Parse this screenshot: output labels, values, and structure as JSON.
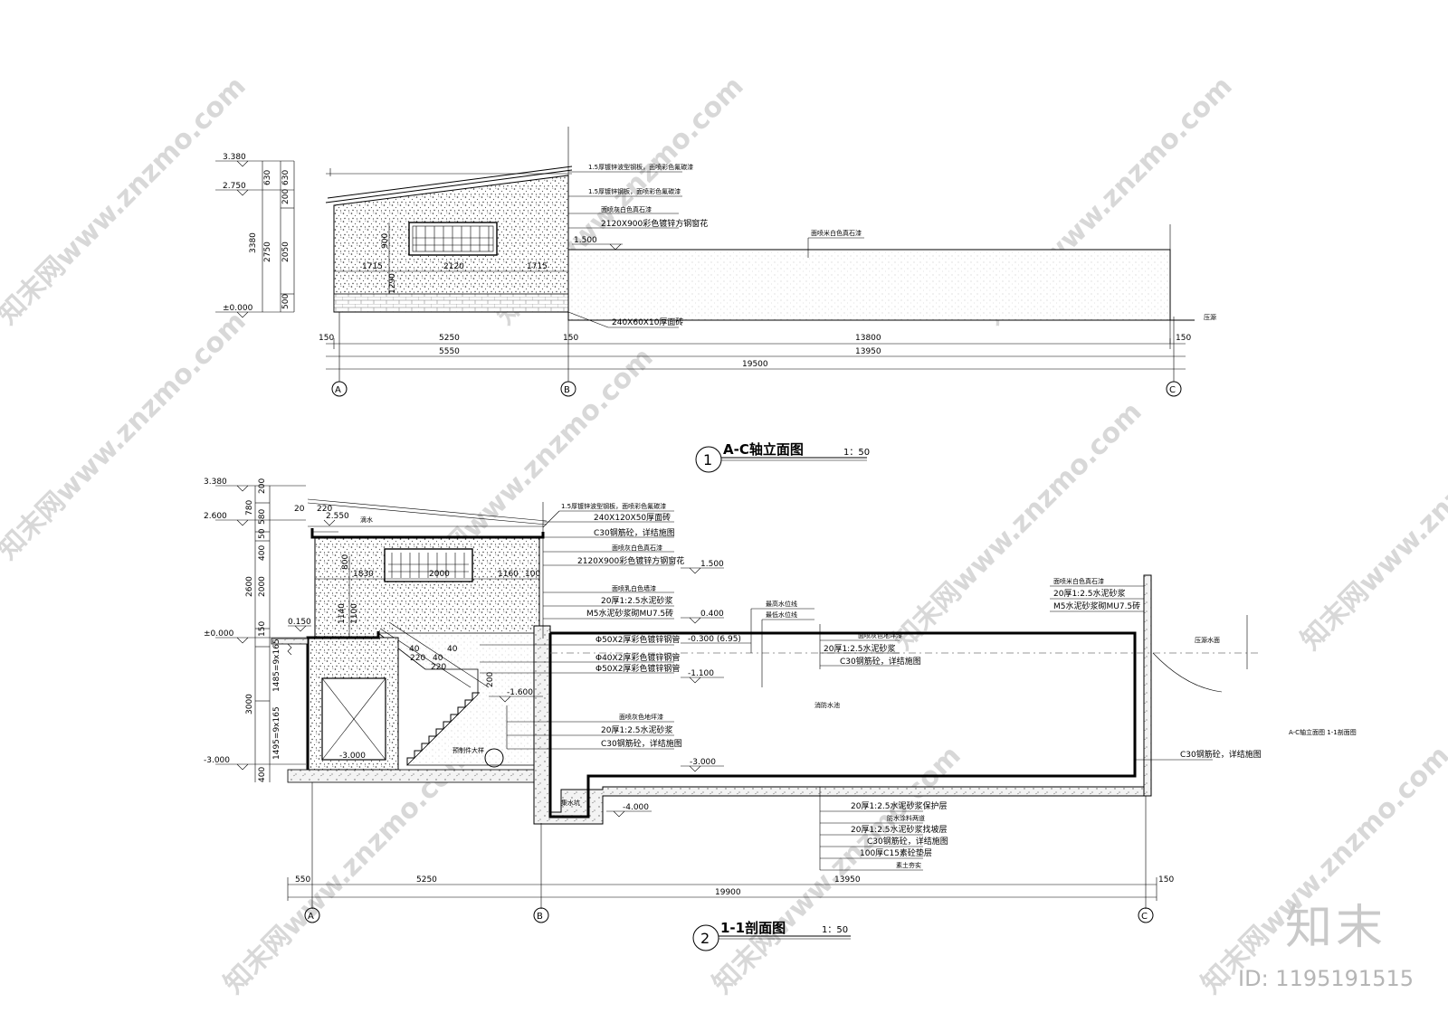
{
  "views": [
    {
      "number": "1",
      "title": "A-C轴立面图",
      "scale": "1：50"
    },
    {
      "number": "2",
      "title": "1-1剖面图",
      "scale": "1：50"
    }
  ],
  "side_note": "A-C轴立面图 1-1剖面图",
  "axes": [
    "A",
    "B",
    "C"
  ],
  "elevation": {
    "levels": [
      "3.380",
      "2.750",
      "±0.000",
      "1.500"
    ],
    "vertical_dims": [
      "630",
      "630",
      "200",
      "3380",
      "2750",
      "2050",
      "500"
    ],
    "window_dims": [
      "1715",
      "2120",
      "1715",
      "900",
      "1290"
    ],
    "bottom_dims_row1": [
      "150",
      "5250",
      "150",
      "13800",
      "150"
    ],
    "bottom_dims_row2": [
      "5550",
      "13950"
    ],
    "bottom_dims_total": "19500",
    "notes": [
      "1.5厚镀锌波型钢板，面喷彩色氟碳漆",
      "1.5厚镀锌钢板，面喷彩色氟碳漆",
      "面喷灰白色真石漆",
      "2120X900彩色镀锌方钢窗花",
      "面喷米白色真石漆",
      "240X60X10厚面砖"
    ],
    "ground_label": "压源"
  },
  "section": {
    "levels": [
      "3.380",
      "2.600",
      "2.550",
      "±0.000",
      "0.150",
      "-3.000",
      "1.500",
      "0.400",
      "-0.300 (6.95)",
      "-1.100",
      "-1.600",
      "-3.000",
      "-4.000",
      "-3.000"
    ],
    "vertical_dims": [
      "200",
      "580",
      "780",
      "50",
      "400",
      "2600",
      "2000",
      "50",
      "150",
      "1485=9x165",
      "3000",
      "1495=9x165",
      "400"
    ],
    "small_dims": [
      "20",
      "220",
      "1830",
      "2000",
      "1160",
      "100",
      "800",
      "1140",
      "1100",
      "40",
      "40",
      "220",
      "40",
      "220",
      "200"
    ],
    "upper_notes": [
      "1.5厚镀锌波型钢板，面喷彩色氟碳漆",
      "240X120X50厚面砖",
      "C30钢筋砼，详结施图",
      "面喷灰白色真石漆",
      "2120X900彩色镀锌方钢窗花",
      "面喷乳白色墙漆",
      "20厚1:2.5水泥砂浆",
      "M5水泥砂浆砌MU7.5砖"
    ],
    "rail_notes": [
      "Φ50X2厚彩色镀锌钢管",
      "Φ40X2厚彩色镀锌钢管",
      "Φ50X2厚彩色镀锌钢管"
    ],
    "floor_notes": [
      "面喷灰色地坪漆",
      "20厚1:2.5水泥砂浆",
      "C30钢筋砼，详结施图"
    ],
    "water_levels": [
      "最高水位线",
      "最低水位线"
    ],
    "pool_notes": [
      "面喷灰色地坪漆",
      "20厚1:2.5水泥砂浆",
      "C30钢筋砼，详结施图"
    ],
    "right_notes": [
      "面喷米白色真石漆",
      "20厚1:2.5水泥砂浆",
      "M5水泥砂浆砌MU7.5砖"
    ],
    "pool_label": "消防水池",
    "sump_label": "集水坑",
    "ground_label": "压源水面",
    "stair_label": "预制件大样",
    "top_label": "滴水",
    "wall_note": "C30钢筋砼，详结施图",
    "bottom_notes": [
      "20厚1:2.5水泥砂浆保护层",
      "防水涂料两道",
      "20厚1:2.5水泥砂浆找坡层",
      "C30钢筋砼，详结施图",
      "100厚C15素砼垫层",
      "素土夯实"
    ],
    "bottom_dims": [
      "550",
      "5250",
      "13950",
      "150"
    ],
    "bottom_dims_total": "19900"
  },
  "watermarks": [
    "知末网www.znzmo.com"
  ],
  "brand": "知末",
  "id_label": "ID: 1195191515"
}
